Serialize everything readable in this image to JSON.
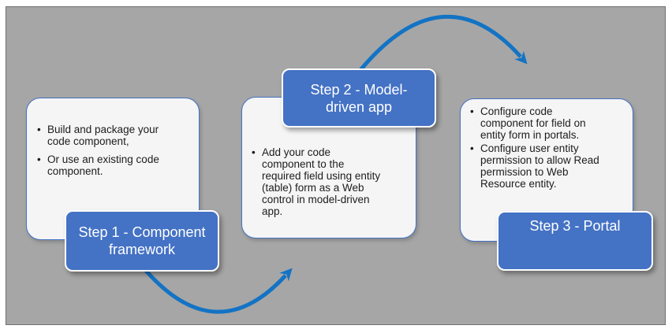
{
  "colors": {
    "page_bg": "#ffffff",
    "panel_fill": "#a6a6a6",
    "panel_border": "#6e6e6e",
    "step_fill": "#4472c4",
    "step_text": "#ffffff",
    "card_fill": "#f5f5f5",
    "card_border": "#4472c4",
    "bullet_text": "#1c1c1c",
    "arrow": "#1373c4"
  },
  "bullet_char": "•",
  "steps": [
    {
      "label": "Step 1 - Component framework",
      "bullets": [
        "Build and package your code component,",
        "Or use an existing code component."
      ]
    },
    {
      "label": "Step 2 - Model-driven app",
      "bullets": [
        "Add your code component to the required field using entity (table) form as a Web control in model-driven app."
      ]
    },
    {
      "label": "Step 3 - Portal",
      "bullets": [
        "Configure code component for field on entity form in portals.",
        "Configure user entity permission to allow Read permission to Web Resource entity."
      ]
    }
  ],
  "arrows": [
    {
      "name": "step1-to-step2",
      "direction": "up-right"
    },
    {
      "name": "step2-to-step3",
      "direction": "down-right"
    }
  ]
}
